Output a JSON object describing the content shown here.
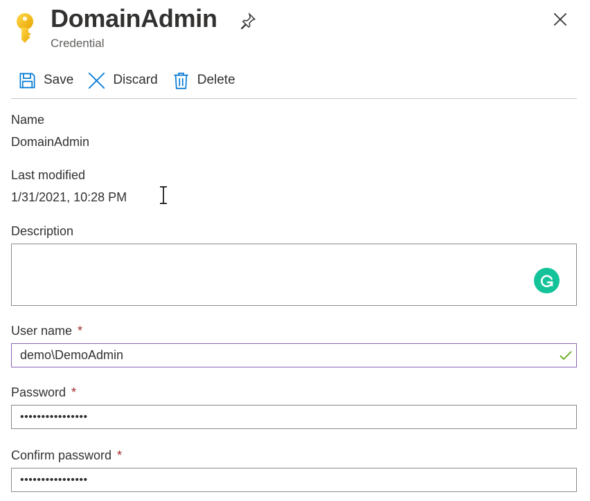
{
  "header": {
    "title": "DomainAdmin",
    "subtitle": "Credential",
    "icons": {
      "resource": "key-icon",
      "pin": "pin-icon",
      "close": "close-icon"
    }
  },
  "toolbar": {
    "save_label": "Save",
    "discard_label": "Discard",
    "delete_label": "Delete"
  },
  "fields": {
    "name": {
      "label": "Name",
      "value": "DomainAdmin"
    },
    "last_modified": {
      "label": "Last modified",
      "value": "1/31/2021, 10:28 PM"
    },
    "description": {
      "label": "Description",
      "value": ""
    },
    "user_name": {
      "label": "User name",
      "required_mark": "*",
      "value": "demo\\DemoAdmin"
    },
    "password": {
      "label": "Password",
      "required_mark": "*",
      "value": "••••••••••••••••"
    },
    "confirm_password": {
      "label": "Confirm password",
      "required_mark": "*",
      "value": "••••••••••••••••"
    }
  },
  "colors": {
    "accent": "#0078d4",
    "required": "#a4262c",
    "focus_border": "#8764b8",
    "valid_check": "#57a300",
    "grammarly": "#15c39a",
    "key_gold": "#fcd116"
  }
}
